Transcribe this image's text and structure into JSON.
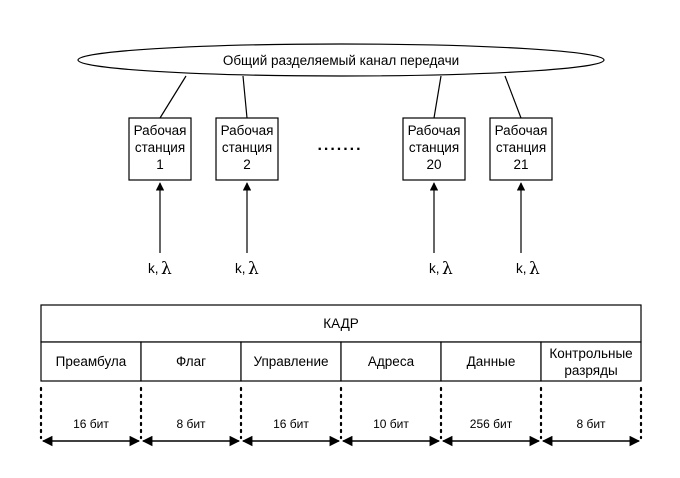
{
  "channel": {
    "label": "Общий разделяемый канал передачи"
  },
  "stations": [
    {
      "line1": "Рабочая",
      "line2": "станция",
      "number": "1"
    },
    {
      "line1": "Рабочая",
      "line2": "станция",
      "number": "2"
    },
    {
      "line1": "Рабочая",
      "line2": "станция",
      "number": "20"
    },
    {
      "line1": "Рабочая",
      "line2": "станция",
      "number": "21"
    }
  ],
  "ellipsis": ".......",
  "input_label": {
    "k": "k,",
    "lambda": "λ"
  },
  "frame": {
    "title": "КАДР",
    "fields": [
      {
        "name": "Преамбула",
        "bits": "16 бит"
      },
      {
        "name": "Флаг",
        "bits": "8 бит"
      },
      {
        "name": "Управление",
        "bits": "16 бит"
      },
      {
        "name": "Адреса",
        "bits": "10 бит"
      },
      {
        "name": "Данные",
        "bits": "256 бит"
      },
      {
        "name_line1": "Контрольные",
        "name_line2": "разряды",
        "bits": "8 бит"
      }
    ]
  }
}
